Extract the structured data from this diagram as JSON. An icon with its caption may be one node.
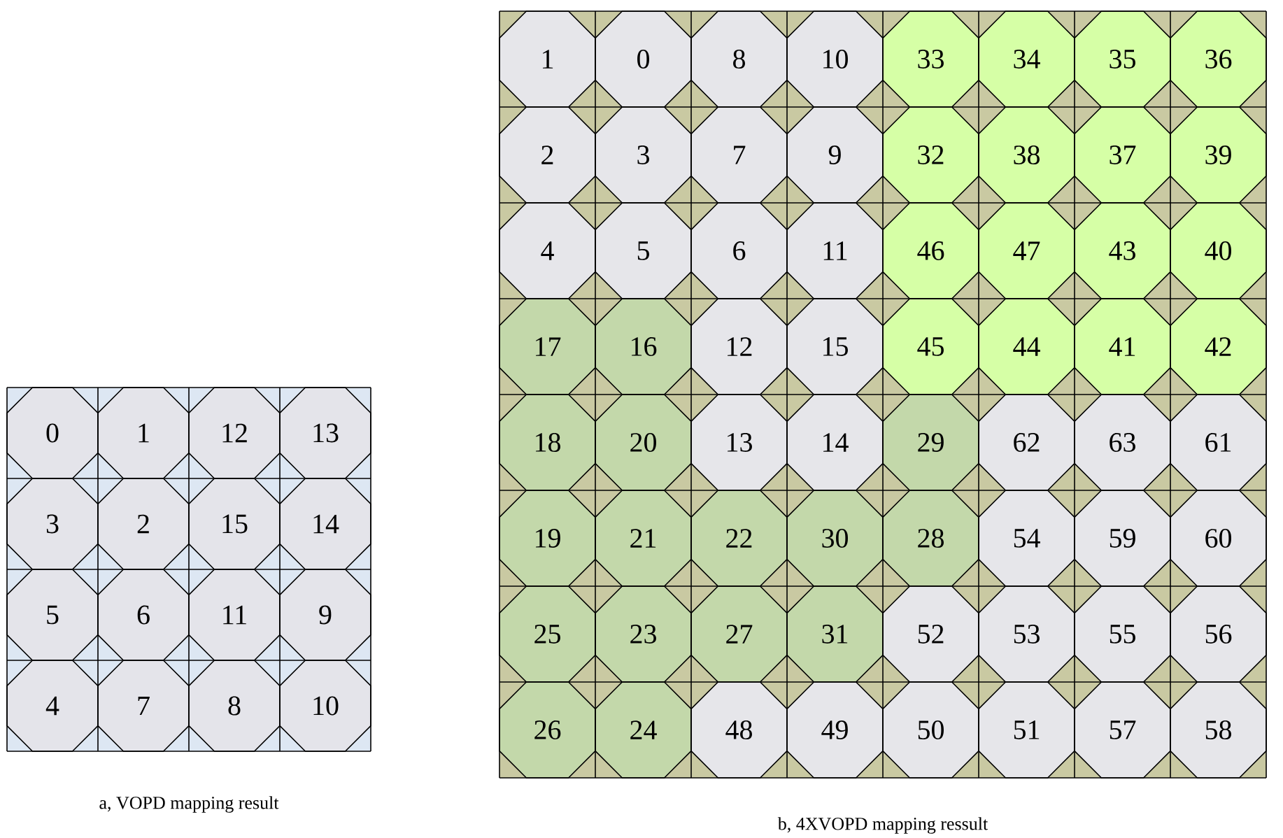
{
  "diagram": {
    "nodes": [
      {
        "text": [
          "0"
        ]
      },
      {
        "text": [
          "1"
        ]
      },
      {
        "text": [
          "12"
        ]
      },
      {
        "text": [
          "13"
        ]
      },
      {
        "text": [
          "3"
        ]
      },
      {
        "text": [
          "2"
        ]
      },
      {
        "text": [
          "15"
        ]
      },
      {
        "text": [
          "14"
        ]
      },
      {
        "text": [
          "5"
        ]
      },
      {
        "text": [
          "6"
        ]
      },
      {
        "text": [
          "11"
        ]
      },
      {
        "text": [
          "9"
        ]
      },
      {
        "text": [
          "4"
        ]
      },
      {
        "text": [
          "7"
        ]
      },
      {
        "text": [
          "8"
        ]
      },
      {
        "text": [
          "10"
        ]
      },
      {
        "text": [
          "1"
        ]
      },
      {
        "text": [
          "0"
        ]
      },
      {
        "text": [
          "8"
        ]
      },
      {
        "text": [
          "10"
        ]
      },
      {
        "text": [
          "33"
        ]
      },
      {
        "text": [
          "34"
        ]
      },
      {
        "text": [
          "35"
        ]
      },
      {
        "text": [
          "36"
        ]
      },
      {
        "text": [
          "2"
        ]
      },
      {
        "text": [
          "3"
        ]
      },
      {
        "text": [
          "7"
        ]
      },
      {
        "text": [
          "9"
        ]
      },
      {
        "text": [
          "32"
        ]
      },
      {
        "text": [
          "38"
        ]
      },
      {
        "text": [
          "37"
        ]
      },
      {
        "text": [
          "39"
        ]
      },
      {
        "text": [
          "4"
        ]
      },
      {
        "text": [
          "5"
        ]
      },
      {
        "text": [
          "6"
        ]
      },
      {
        "text": [
          "11"
        ]
      },
      {
        "text": [
          "46"
        ]
      },
      {
        "text": [
          "47"
        ]
      },
      {
        "text": [
          "43"
        ]
      },
      {
        "text": [
          "40"
        ]
      },
      {
        "text": [
          "17"
        ]
      },
      {
        "text": [
          "16"
        ]
      },
      {
        "text": [
          "12"
        ]
      },
      {
        "text": [
          "15"
        ]
      },
      {
        "text": [
          "45"
        ]
      },
      {
        "text": [
          "44"
        ]
      },
      {
        "text": [
          "41"
        ]
      },
      {
        "text": [
          "42"
        ]
      },
      {
        "text": [
          "18"
        ]
      },
      {
        "text": [
          "20"
        ]
      },
      {
        "text": [
          "13"
        ]
      },
      {
        "text": [
          "14"
        ]
      },
      {
        "text": [
          "29"
        ]
      },
      {
        "text": [
          "62"
        ]
      },
      {
        "text": [
          "63"
        ]
      },
      {
        "text": [
          "61"
        ]
      },
      {
        "text": [
          "19"
        ]
      },
      {
        "text": [
          "21"
        ]
      },
      {
        "text": [
          "22"
        ]
      },
      {
        "text": [
          "30"
        ]
      },
      {
        "text": [
          "28"
        ]
      },
      {
        "text": [
          "54"
        ]
      },
      {
        "text": [
          "59"
        ]
      },
      {
        "text": [
          "60"
        ]
      },
      {
        "text": [
          "25"
        ]
      },
      {
        "text": [
          "23"
        ]
      },
      {
        "text": [
          "27"
        ]
      },
      {
        "text": [
          "31"
        ]
      },
      {
        "text": [
          "52"
        ]
      },
      {
        "text": [
          "53"
        ]
      },
      {
        "text": [
          "55"
        ]
      },
      {
        "text": [
          "56"
        ]
      },
      {
        "text": [
          "26"
        ]
      },
      {
        "text": [
          "24"
        ]
      },
      {
        "text": [
          "48"
        ]
      },
      {
        "text": [
          "49"
        ]
      },
      {
        "text": [
          "50"
        ]
      },
      {
        "text": [
          "51"
        ]
      },
      {
        "text": [
          "57"
        ]
      },
      {
        "text": [
          "58"
        ]
      }
    ],
    "labels": [
      "a, VOPD mapping result",
      "b, 4XVOPD mapping ressult"
    ]
  }
}
